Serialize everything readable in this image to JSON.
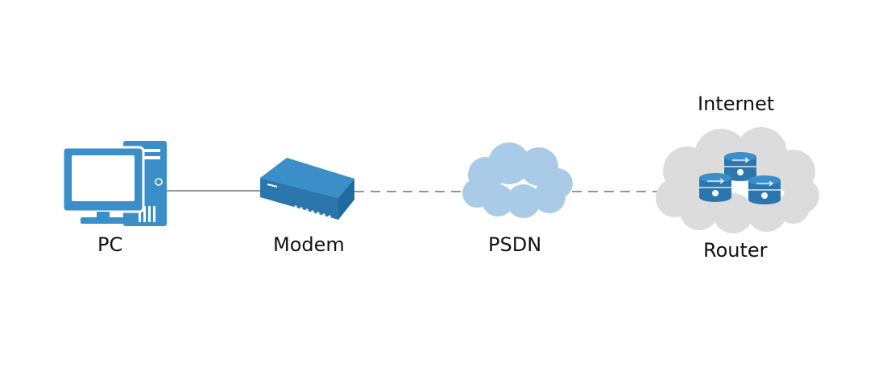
{
  "nodes": {
    "pc": {
      "label": "PC"
    },
    "modem": {
      "label": "Modem"
    },
    "psdn": {
      "label": "PSDN"
    },
    "internet": {
      "label": "Internet"
    },
    "router": {
      "label": "Router"
    }
  },
  "links": [
    {
      "from": "pc",
      "to": "modem",
      "style": "solid"
    },
    {
      "from": "modem",
      "to": "psdn",
      "style": "dashed"
    },
    {
      "from": "psdn",
      "to": "internet",
      "style": "dashed"
    }
  ],
  "colors": {
    "device_blue": "#3a8fc8",
    "device_dark": "#2a76ad",
    "psdn_cloud": "#a9cbe8",
    "internet_cloud": "#dcdcdc",
    "link": "#555555"
  },
  "icons": {
    "pc": "desktop-computer-icon",
    "modem": "modem-icon",
    "psdn": "cloud-icon",
    "internet": "cloud-icon",
    "router": "router-icon"
  }
}
